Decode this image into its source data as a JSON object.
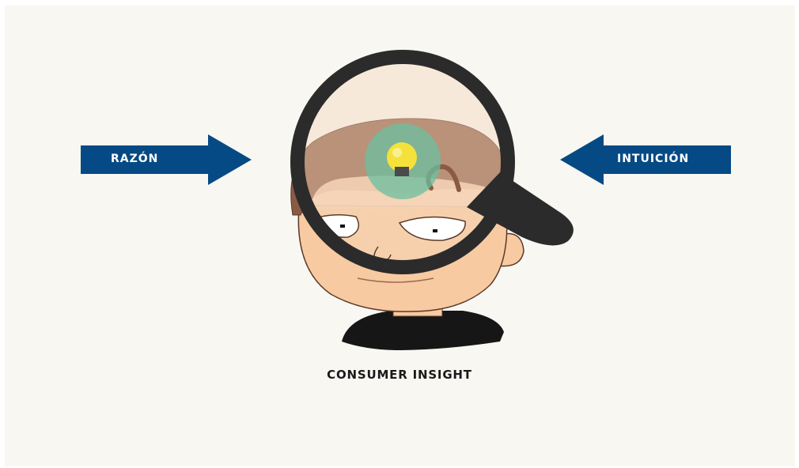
{
  "left_arrow": {
    "label": "RAZÓN"
  },
  "right_arrow": {
    "label": "INTUICIÓN"
  },
  "caption": "CONSUMER INSIGHT",
  "colors": {
    "background": "#f9f7f2",
    "arrow": "#064a85",
    "skin": "#f7caa1",
    "hair": "#8a5a43",
    "shirt": "#161616",
    "lens_ring": "#2b2b2b",
    "bulb": "#f4e23b",
    "glow": "#6bbfa0"
  },
  "icons": [
    "magnifying-glass-icon",
    "lightbulb-icon",
    "person-head-icon"
  ]
}
